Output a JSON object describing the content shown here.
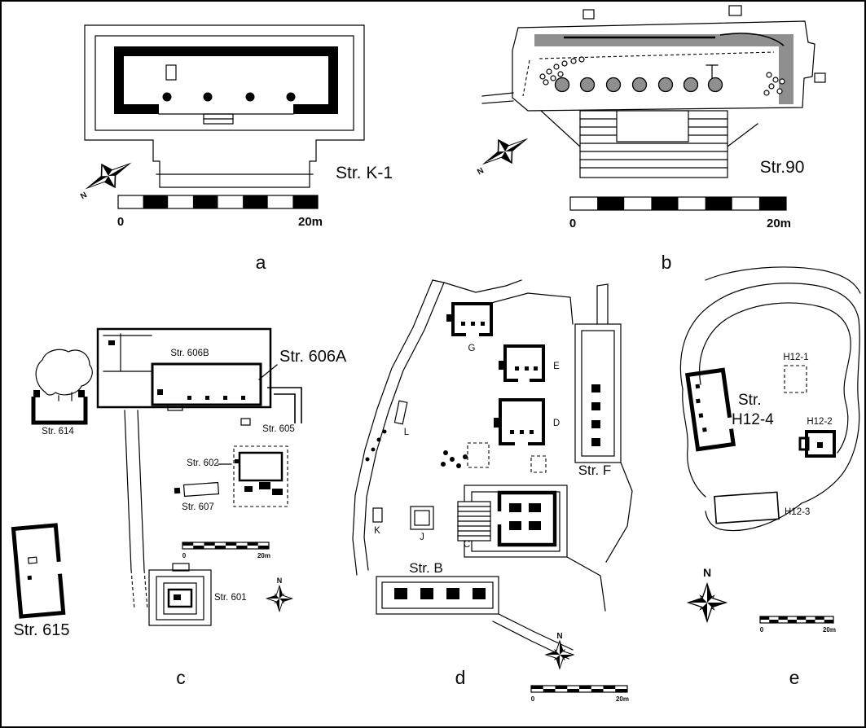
{
  "figure": {
    "panel_a": {
      "panel_label": "a",
      "title": "Str. K-1",
      "north": "N",
      "scale_start": "0",
      "scale_end": "20m"
    },
    "panel_b": {
      "panel_label": "b",
      "title": "Str.90",
      "north": "N",
      "scale_start": "0",
      "scale_end": "20m"
    },
    "panel_c": {
      "panel_label": "c",
      "north": "N",
      "scale_start": "0",
      "scale_end": "20m",
      "str_606B": "Str. 606B",
      "str_606A": "Str. 606A",
      "str_614": "Str. 614",
      "str_605": "Str. 605",
      "str_602": "Str. 602",
      "str_607": "Str. 607",
      "str_601": "Str. 601",
      "str_615": "Str. 615"
    },
    "panel_d": {
      "panel_label": "d",
      "north": "N",
      "scale_start": "0",
      "scale_end": "20m",
      "str_B": "Str. B",
      "str_F": "Str. F",
      "letter_C": "C",
      "letter_D": "D",
      "letter_E": "E",
      "letter_G": "G",
      "letter_J": "J",
      "letter_K": "K",
      "letter_L": "L"
    },
    "panel_e": {
      "panel_label": "e",
      "north": "N",
      "scale_start": "0",
      "scale_end": "20m",
      "str_H12_4_line1": "Str.",
      "str_H12_4_line2": "H12-4",
      "h12_1": "H12-1",
      "h12_2": "H12-2",
      "h12_3": "H12-3"
    }
  }
}
